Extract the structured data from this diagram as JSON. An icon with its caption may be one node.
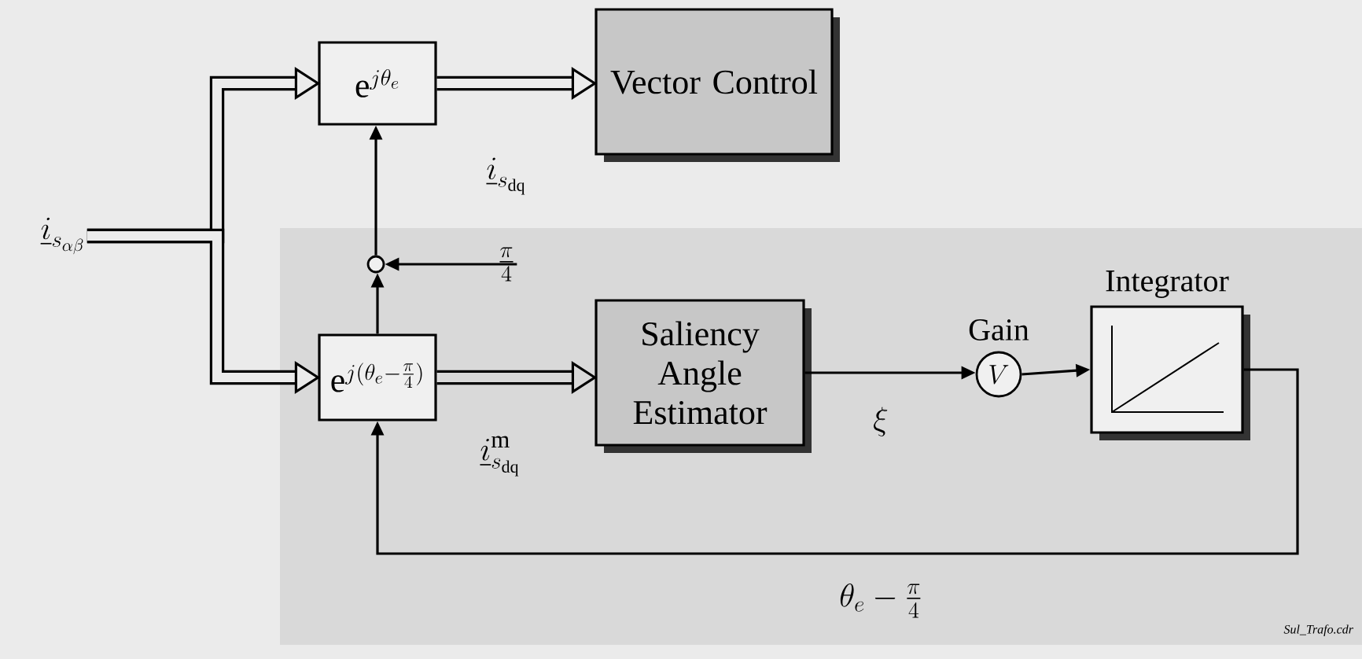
{
  "diagram": {
    "nodes": [
      {
        "text": [
          "\\underline{i}_{s_{\\alpha\\beta}}"
        ]
      },
      {
        "text": [
          "\\mathrm{e}^{j\\theta_e}"
        ]
      },
      {
        "text": [
          "Vector Control"
        ]
      },
      {
        "text": [],
        "shape": "circle"
      },
      {
        "text": [
          "\\frac{\\pi}{4}"
        ]
      },
      {
        "text": [
          "\\mathrm{e}^{j(\\theta_e-\\frac{\\pi}{4})}"
        ]
      },
      {
        "text": [
          "Saliency Angle Estimator"
        ]
      },
      {
        "text": [
          "V"
        ],
        "beside": [
          "Gain"
        ]
      },
      {
        "text": [
          "Integrator"
        ]
      }
    ],
    "edges": [
      {
        "from": 0,
        "to": 1,
        "arrow": "to",
        "style": "thick"
      },
      {
        "from": 0,
        "to": 5,
        "arrow": "to",
        "style": "thick"
      },
      {
        "from": 1,
        "to": 2,
        "arrow": "to",
        "style": "thick",
        "label": "\\underline{i}_{s_{\\mathrm{dq}}}"
      },
      {
        "from": 5,
        "to": 6,
        "arrow": "to",
        "style": "thick",
        "label": "\\underline{i}^{\\mathrm{m}}_{s_{\\mathrm{dq}}}"
      },
      {
        "from": 5,
        "to": 3,
        "arrow": "to"
      },
      {
        "from": 3,
        "to": 1,
        "arrow": "to"
      },
      {
        "from": 4,
        "to": 3,
        "arrow": "to"
      },
      {
        "from": 6,
        "to": 7,
        "arrow": "to",
        "label": "\\xi"
      },
      {
        "from": 7,
        "to": 8,
        "arrow": "to"
      },
      {
        "from": 8,
        "to": 5,
        "arrow": "to",
        "label": "\\theta_e-\\frac{\\pi}{4}"
      }
    ],
    "labels": [
      "Sul_Trafo.cdr"
    ]
  }
}
